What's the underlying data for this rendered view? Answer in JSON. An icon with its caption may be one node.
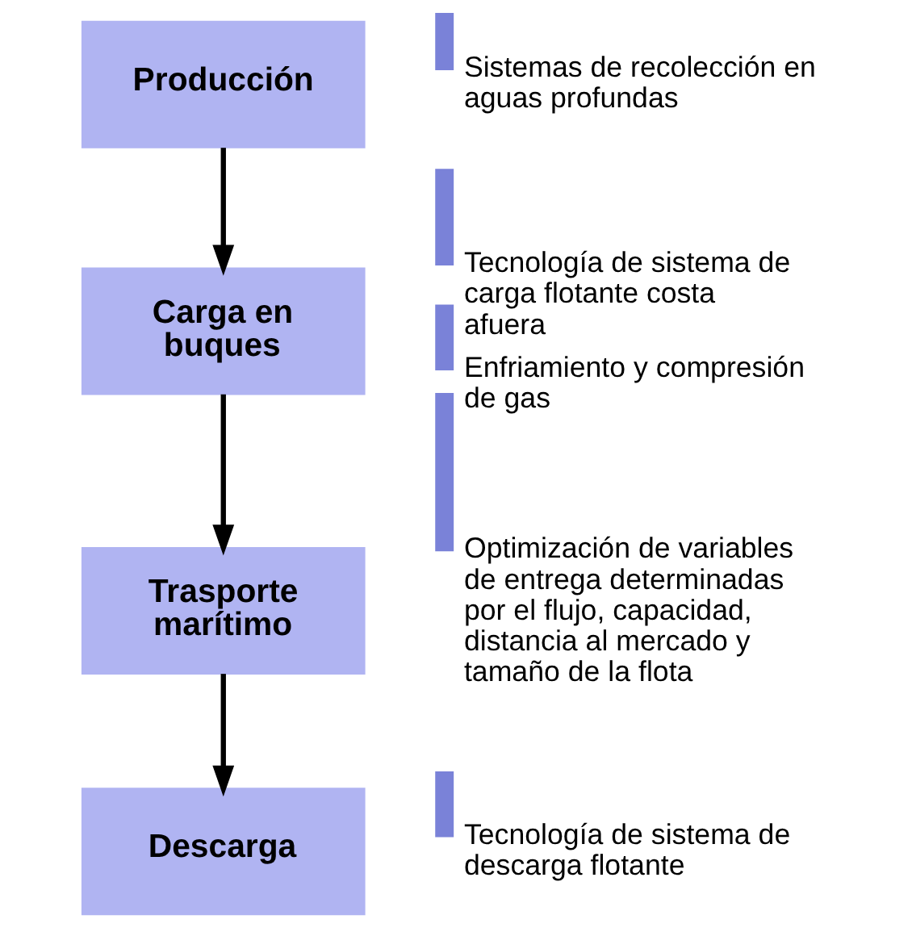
{
  "diagram": {
    "nodes": [
      {
        "text": [
          "Producción"
        ],
        "beside": [
          "Sistemas de recolección en aguas profundas"
        ]
      },
      {
        "text": [
          "Carga en buques"
        ],
        "beside": [
          "Tecnología de sistema de carga flotante costa afuera",
          "Enfriamiento y compresión de gas"
        ]
      },
      {
        "text": [
          "Trasporte marítimo"
        ],
        "beside": [
          "Optimización de variables de entrega determinadas por el flujo, capacidad, distancia al mercado y tamaño de la flota"
        ]
      },
      {
        "text": [
          "Descarga"
        ],
        "beside": [
          "Tecnología de sistema de descarga flotante"
        ]
      }
    ],
    "edges": [
      {
        "from": 0,
        "to": 1,
        "arrow": "to"
      },
      {
        "from": 1,
        "to": 2,
        "arrow": "to"
      },
      {
        "from": 2,
        "to": 3,
        "arrow": "to"
      }
    ]
  }
}
